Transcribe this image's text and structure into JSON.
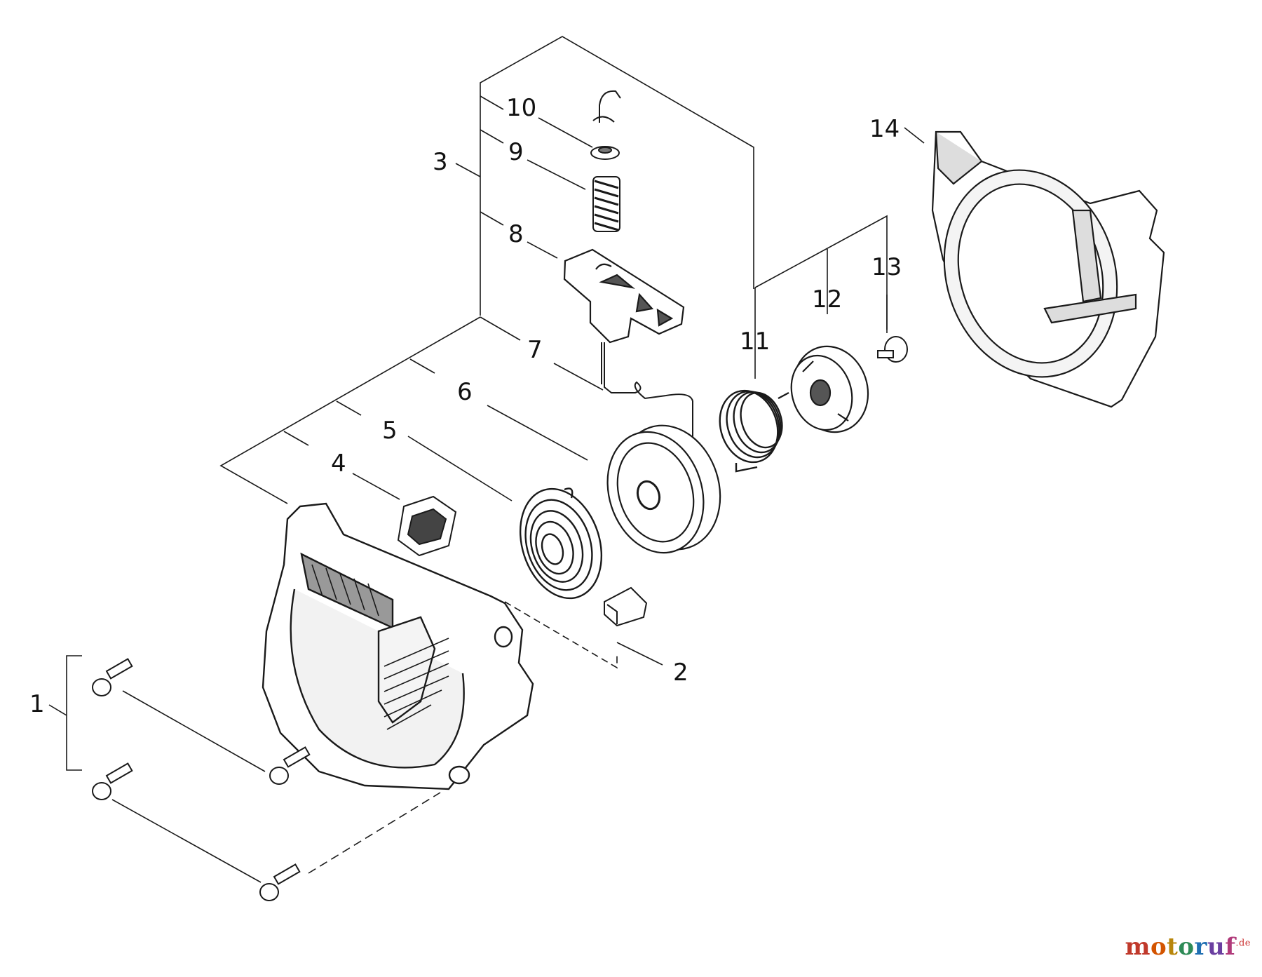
{
  "callouts": {
    "c1": "1",
    "c2": "2",
    "c3": "3",
    "c4": "4",
    "c5": "5",
    "c6": "6",
    "c7": "7",
    "c8": "8",
    "c9": "9",
    "c10": "10",
    "c11": "11",
    "c12": "12",
    "c13": "13",
    "c14": "14"
  },
  "watermark": {
    "letters": [
      "m",
      "o",
      "t",
      "o",
      "r",
      "u",
      "f"
    ],
    "colors": [
      "#c0392b",
      "#d35400",
      "#b8860b",
      "#2e8b57",
      "#1f6fb2",
      "#6a3fa0",
      "#b03a7a"
    ],
    "suffix": ".de"
  },
  "colors": {
    "line": "#1a1a1a",
    "part_fill": "#ffffff",
    "shade": "#8a8a8a"
  }
}
